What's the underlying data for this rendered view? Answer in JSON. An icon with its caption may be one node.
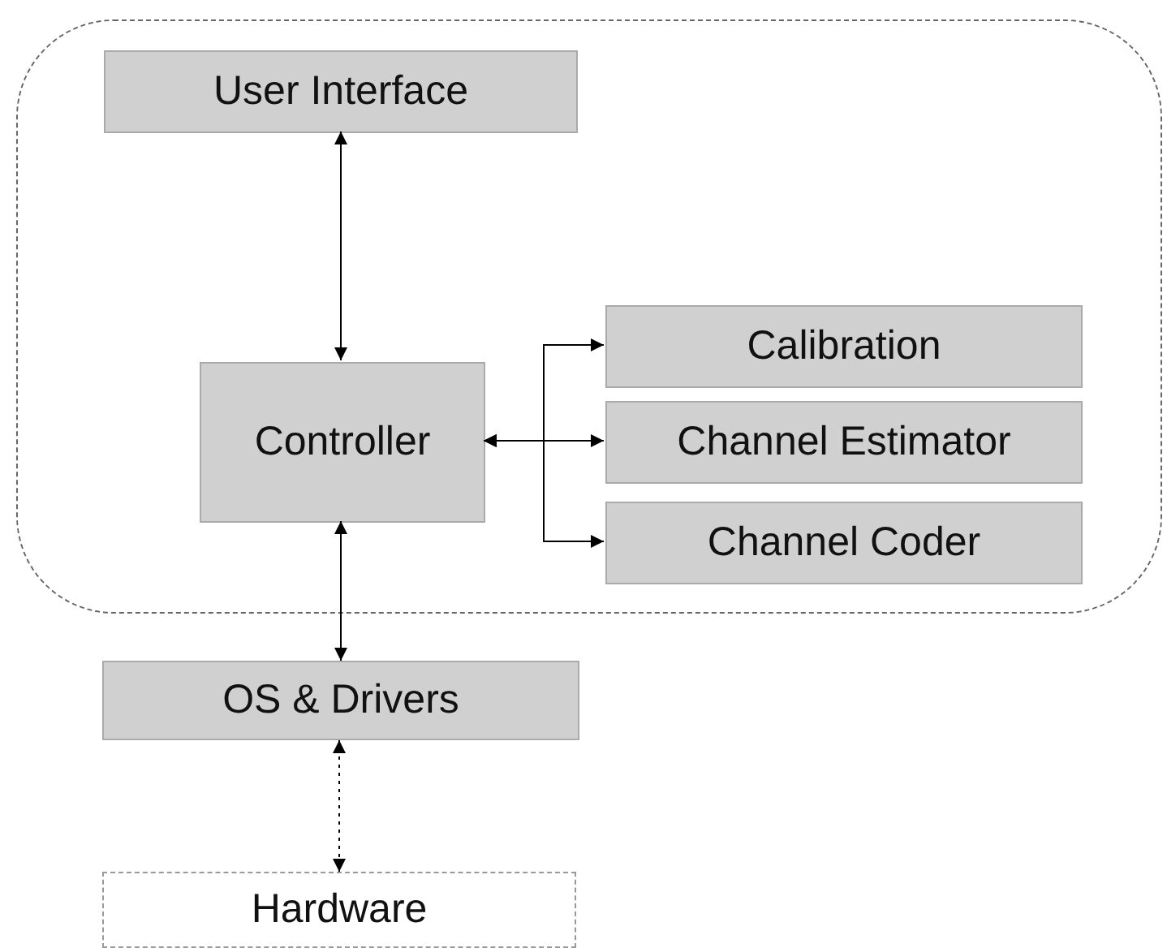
{
  "diagram": {
    "nodes": [
      {
        "text": [],
        "shape": "box"
      },
      {
        "text": [
          "User Interface"
        ],
        "in": 0
      },
      {
        "text": [
          "Controller"
        ],
        "in": 0
      },
      {
        "text": [
          "Calibration"
        ],
        "in": 0
      },
      {
        "text": [
          "Channel Estimator"
        ],
        "in": 0
      },
      {
        "text": [
          "Channel Coder"
        ],
        "in": 0
      },
      {
        "text": [
          "OS & Drivers"
        ]
      },
      {
        "text": [
          "Hardware"
        ]
      }
    ],
    "edges": [
      {
        "from": 1,
        "to": 2,
        "arrow": "both"
      },
      {
        "from": 2,
        "to": 3,
        "arrow": "both"
      },
      {
        "from": 2,
        "to": 4,
        "arrow": "both"
      },
      {
        "from": 2,
        "to": 5,
        "arrow": "both"
      },
      {
        "from": 2,
        "to": 6,
        "arrow": "both"
      },
      {
        "from": 6,
        "to": 7,
        "arrow": "both",
        "style": "dashed"
      }
    ]
  }
}
